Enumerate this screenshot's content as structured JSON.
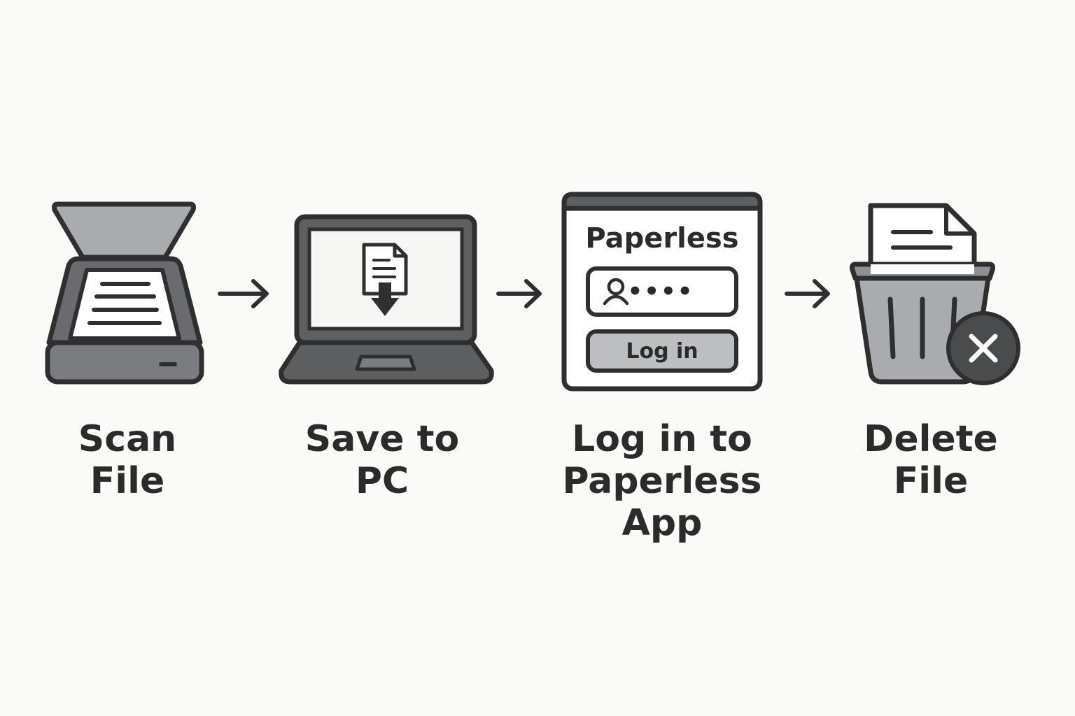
{
  "steps": [
    {
      "icon": "scanner-icon",
      "label_lines": [
        "Scan",
        "File"
      ]
    },
    {
      "icon": "laptop-download-icon",
      "label_lines": [
        "Save to",
        "PC"
      ]
    },
    {
      "icon": "login-window-icon",
      "label_lines": [
        "Log in to",
        "Paperless",
        "App"
      ]
    },
    {
      "icon": "trash-delete-icon",
      "label_lines": [
        "Delete",
        "File"
      ]
    }
  ],
  "login_window": {
    "app_name": "Paperless",
    "password_mask": "••••",
    "button_label": "Log in"
  },
  "colors": {
    "background": "#fafaf8",
    "outline": "#2f2f2f",
    "dark_gray": "#5e5f61",
    "mid_gray": "#9a9c9f",
    "light_gray": "#c9cacc",
    "paper": "#ffffff",
    "text": "#2b2b2b"
  }
}
